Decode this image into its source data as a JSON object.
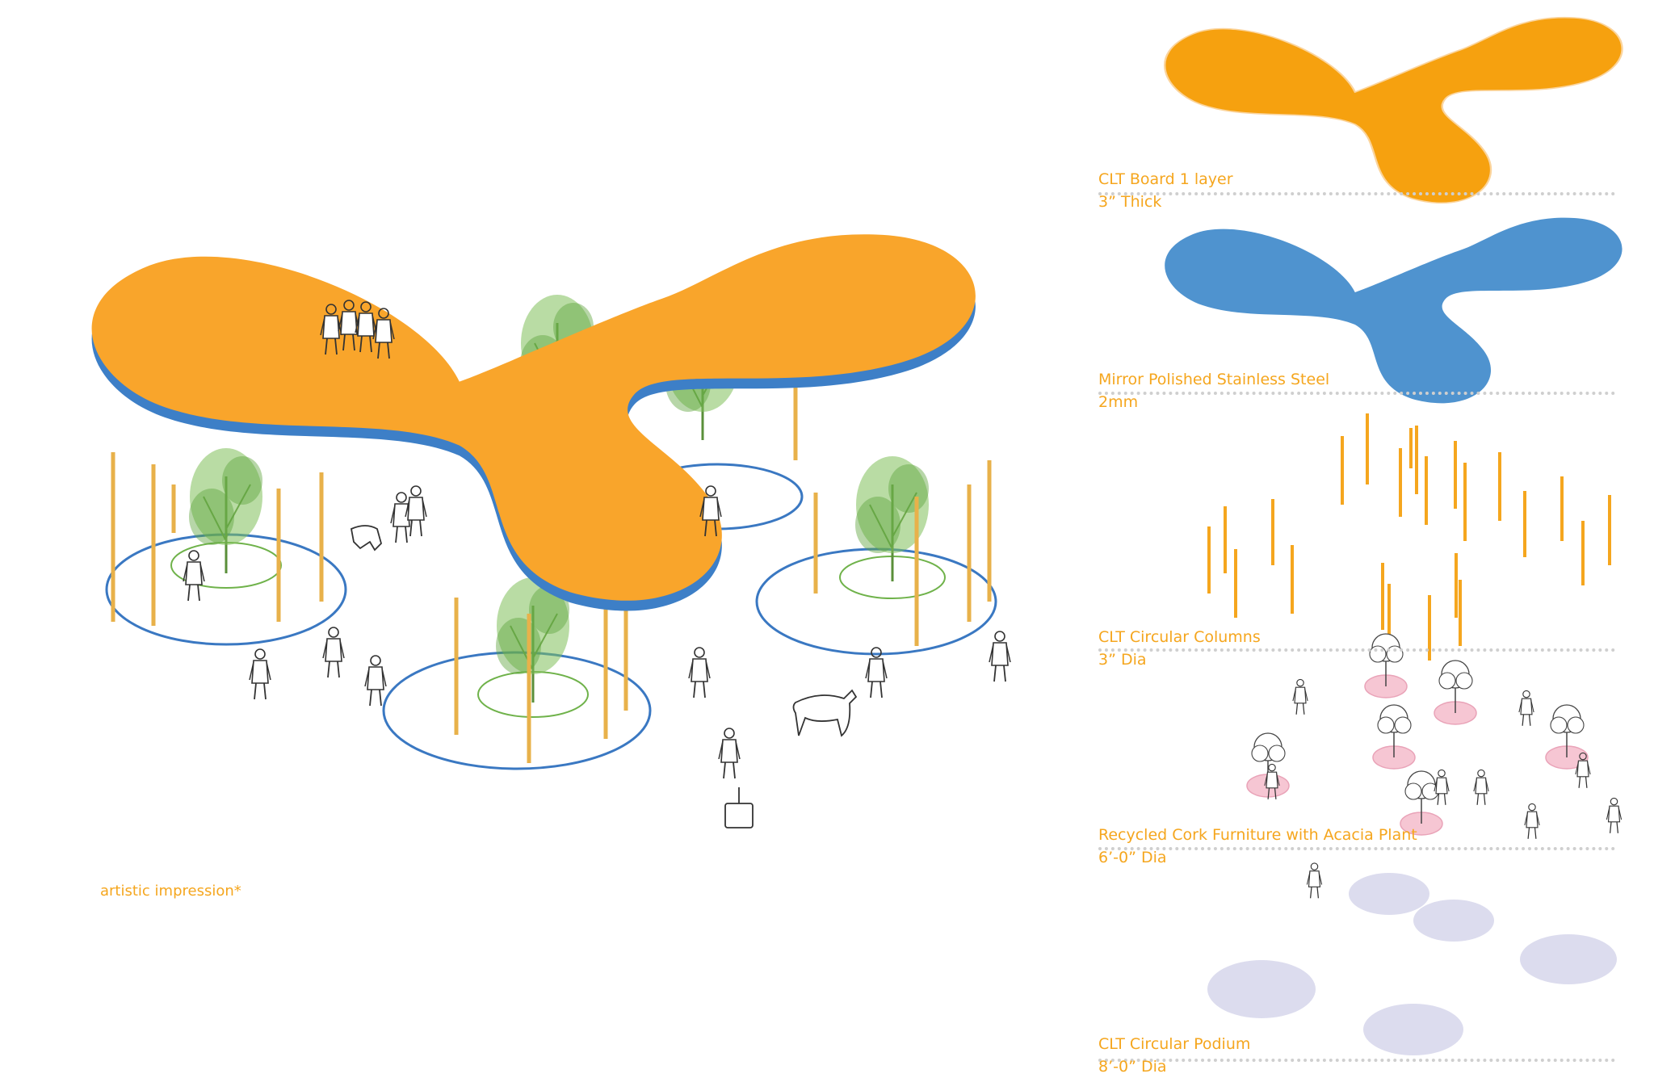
{
  "accent_color": "#f5a61e",
  "roof_color": "#f9a52b",
  "steel_color": "#4f93cf",
  "tree_color": "#6fb24a",
  "podium_color": "#dcdcee",
  "cork_color": "#f6c6d3",
  "caption": "artistic impression*",
  "layers": [
    {
      "name": "CLT Board 1 layer",
      "spec": "3” Thick"
    },
    {
      "name": "Mirror Polished Stainless Steel",
      "spec": "2mm"
    },
    {
      "name": "CLT Circular Columns",
      "spec": "3” Dia"
    },
    {
      "name": "Recycled Cork Furniture with Acacia Plant",
      "spec": "6’-0” Dia"
    },
    {
      "name": "CLT Circular Podium",
      "spec": "8’-0” Dia"
    }
  ]
}
